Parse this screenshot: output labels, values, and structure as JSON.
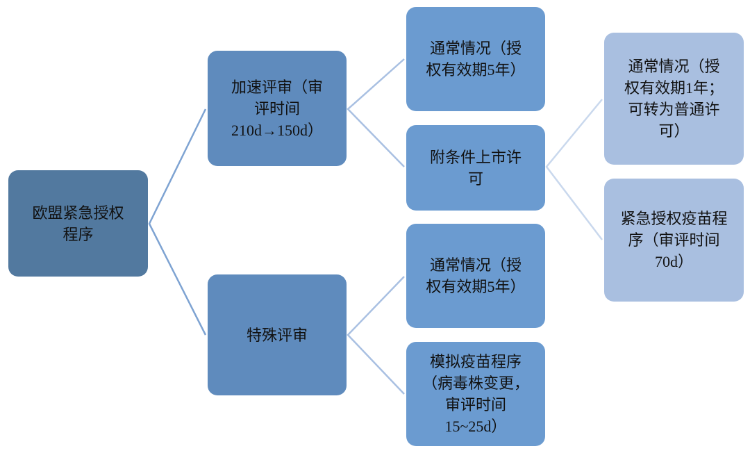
{
  "diagram": {
    "root": {
      "label": "欧盟紧急授权\n程序"
    },
    "branches": [
      {
        "label": "加速评审（审\n评时间\n210d→150d）",
        "children": [
          {
            "label": "通常情况（授\n权有效期5年）"
          },
          {
            "label": "附条件上市许\n可",
            "children": [
              {
                "label": "通常情况（授\n权有效期1年；\n可转为普通许\n可）"
              },
              {
                "label": "紧急授权疫苗程\n序（审评时间\n70d）"
              }
            ]
          }
        ]
      },
      {
        "label": "特殊评审",
        "children": [
          {
            "label": "通常情况（授\n权有效期5年）"
          },
          {
            "label": "模拟疫苗程序\n（病毒株变更，\n审评时间\n15~25d）"
          }
        ]
      }
    ]
  },
  "colors": {
    "level0": "#52799f",
    "level1": "#5f8bbd",
    "level2": "#6b9bd0",
    "level3": "#a9bfe0"
  }
}
